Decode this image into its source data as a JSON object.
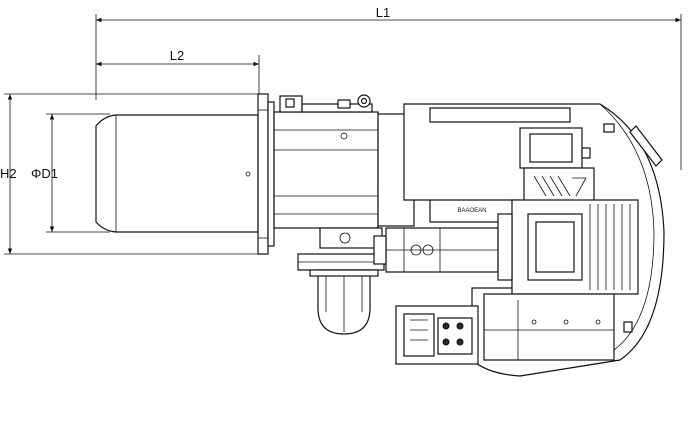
{
  "dimensions": {
    "overall_length": "L1",
    "nozzle_length": "L2",
    "height": "H2",
    "diameter": "ΦD1"
  },
  "motor_label": "BAAOEAN",
  "colors": {
    "line": "#111111",
    "background": "#ffffff",
    "shade": "#e6e6e6",
    "dark": "#2a2a2a"
  }
}
